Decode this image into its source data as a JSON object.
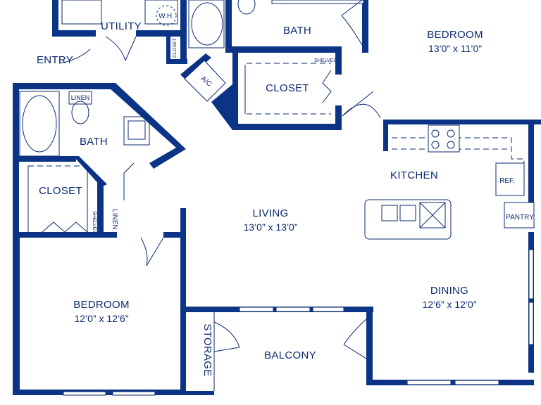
{
  "rooms": {
    "utility": "UTILITY",
    "wh": "W.H.",
    "closet_small": "CLOSET",
    "entry": "ENTRY",
    "ac": "A/C",
    "bath_top": "BATH",
    "closet_center": "CLOSET",
    "shelves_top": "SHELVES",
    "bedroom_top": "BEDROOM",
    "bedroom_top_dim": "13’0” x 11’0”",
    "linen_bath": "LINEN",
    "bath_left": "BATH",
    "closet_left": "CLOSET",
    "linen_left": "LINEN",
    "shelves_left": "SHELVES",
    "kitchen": "KITCHEN",
    "ref": "REF.",
    "pantry": "PANTRY",
    "living": "LIVING",
    "living_dim": "13’0” x 13’0”",
    "dining": "DINING",
    "dining_dim": "12’6” x 12’0”",
    "bedroom_bottom": "BEDROOM",
    "bedroom_bottom_dim": "12’0” x 12’6”",
    "storage": "STORAGE",
    "balcony": "BALCONY"
  },
  "colors": {
    "wall": "#0b3487",
    "line": "#0b2a6f",
    "background": "#ffffff"
  }
}
